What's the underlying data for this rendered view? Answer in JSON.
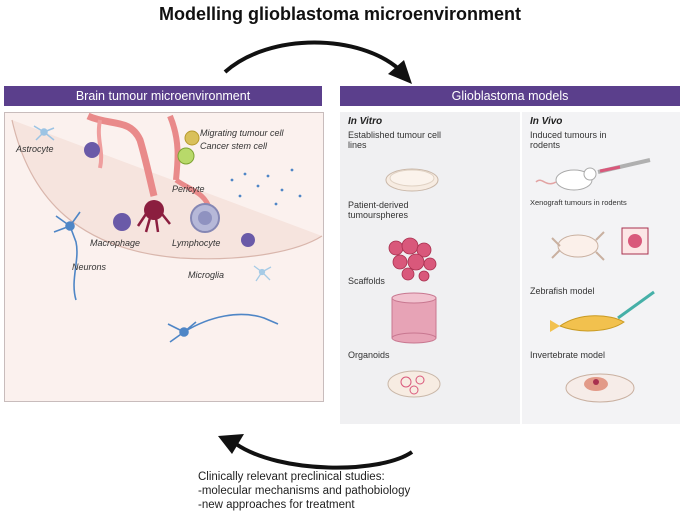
{
  "title": "Modelling glioblastoma microenvironment",
  "left_panel": {
    "header": "Brain tumour microenvironment",
    "labels": {
      "astrocyte": "Astrocyte",
      "migrating": "Migrating tumour cell",
      "stem": "Cancer stem cell",
      "pericyte": "Pericyte",
      "macrophage": "Macrophage",
      "lymphocyte": "Lymphocyte",
      "neurons": "Neurons",
      "microglia": "Microglia"
    }
  },
  "right_panel": {
    "header": "Glioblastoma models",
    "in_vitro": {
      "heading": "In Vitro",
      "items": [
        "Established tumour cell lines",
        "Patient-derived tumourspheres",
        "Scaffolds",
        "Organoids"
      ]
    },
    "in_vivo": {
      "heading": "In Vivo",
      "items": [
        "Induced tumours in rodents",
        "Xenograft tumours in rodents",
        "Zebrafish model",
        "Invertebrate model"
      ]
    }
  },
  "bottom_text": {
    "line1": "Clinically relevant preclinical studies:",
    "line2": "-molecular mechanisms and pathobiology",
    "line3": "-new approaches for treatment"
  },
  "colors": {
    "header_bar": "#5b3f8c",
    "vessel": "#e98a8a",
    "immune": "#6a5aa8",
    "neuron": "#4f86c6",
    "pink_tissue": "#d9587b"
  }
}
